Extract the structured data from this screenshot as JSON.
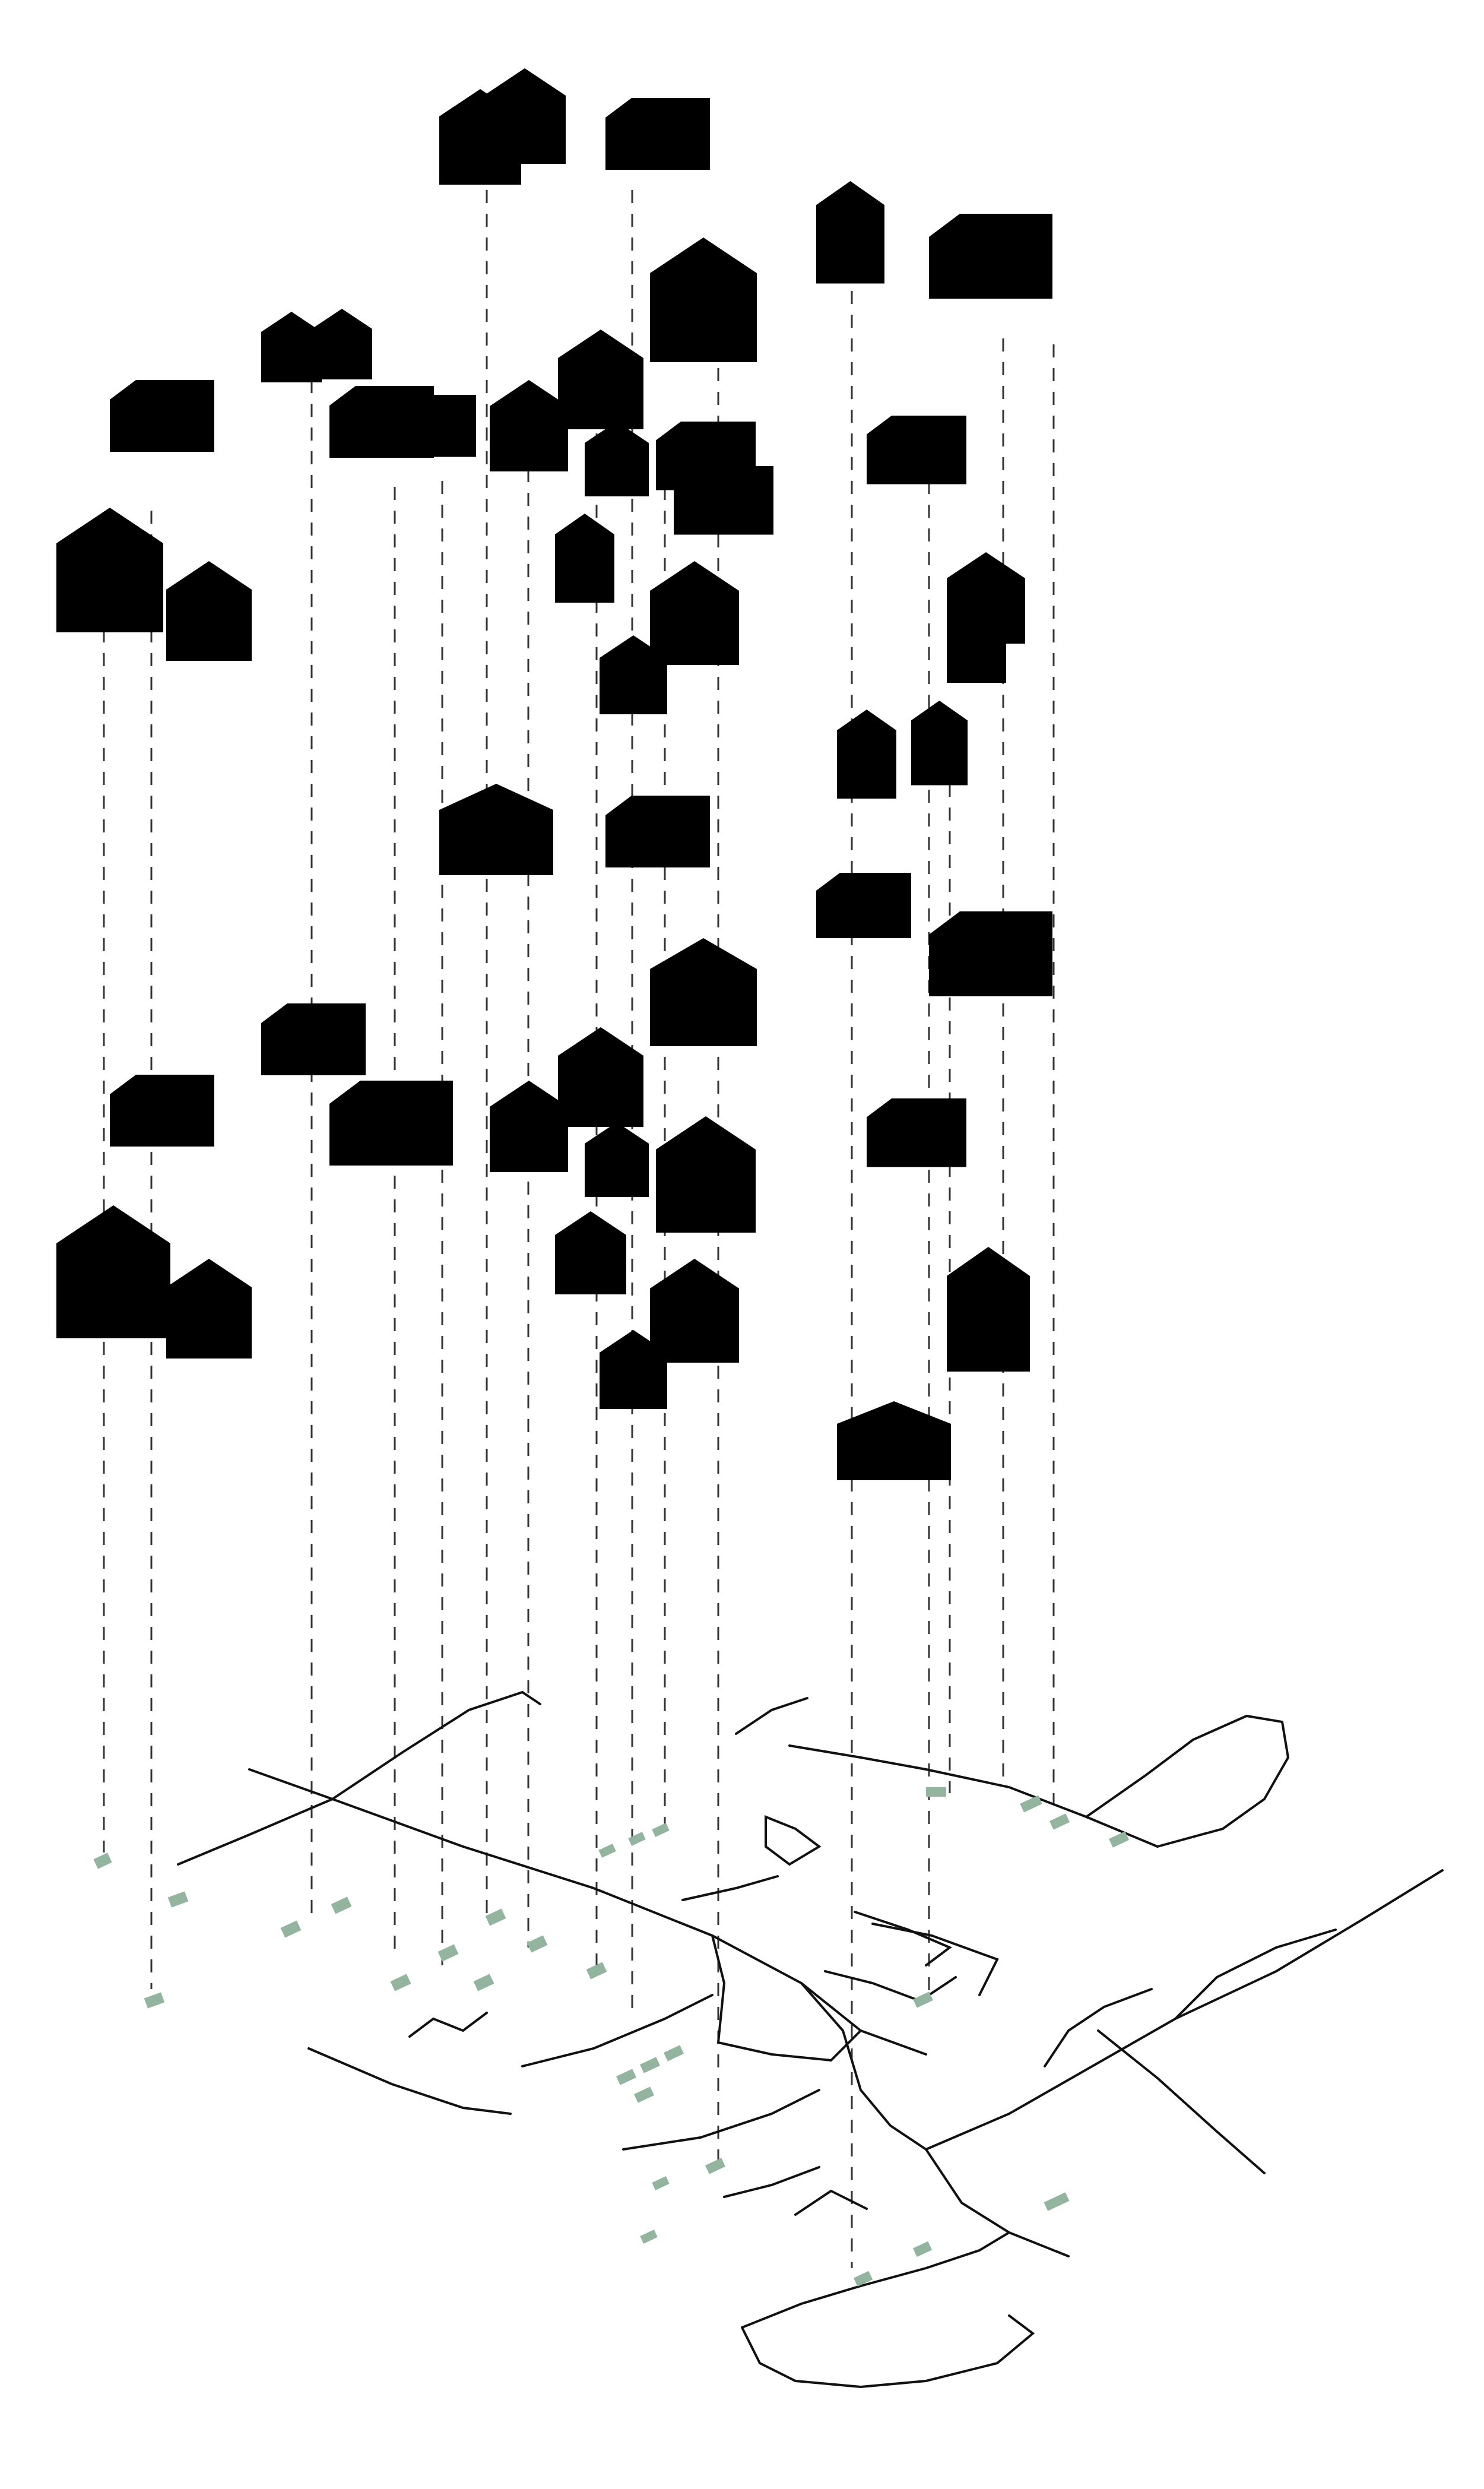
{
  "diagram": {
    "kind": "exploded axonometric",
    "layers": [
      "house-elevations",
      "house-silhouettes",
      "street-plan"
    ],
    "palette": {
      "line": "#2a2a2a",
      "silhouette": "#dfe7e1",
      "plot": "#93b49f",
      "background": "#ffffff"
    },
    "house_count": 28
  }
}
